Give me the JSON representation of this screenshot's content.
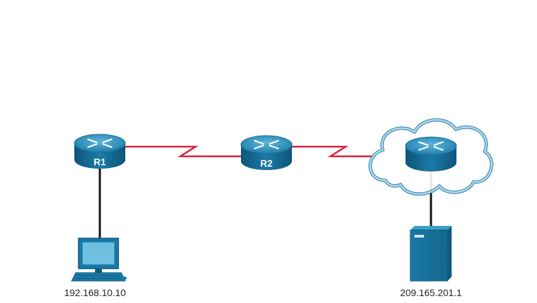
{
  "diagram": {
    "nodes": [
      {
        "id": "r1",
        "type": "router",
        "label": "R1"
      },
      {
        "id": "r2",
        "type": "router",
        "label": "R2"
      },
      {
        "id": "isp",
        "type": "router",
        "label": ""
      },
      {
        "id": "pc",
        "type": "pc",
        "label": "192.168.10.10"
      },
      {
        "id": "server",
        "type": "server",
        "label": "209.165.201.1"
      }
    ],
    "links": [
      {
        "from": "r1",
        "to": "r2",
        "kind": "serial",
        "color": "#d6203a"
      },
      {
        "from": "r2",
        "to": "isp",
        "kind": "serial",
        "color": "#d6203a"
      },
      {
        "from": "r1",
        "to": "pc",
        "kind": "ethernet",
        "color": "#111111"
      },
      {
        "from": "isp",
        "to": "server",
        "kind": "ethernet",
        "color": "#111111"
      }
    ],
    "cloud": {
      "label": "",
      "contains": "isp"
    },
    "colors": {
      "device": "#1a7aa6",
      "device_dark": "#0e5a80",
      "device_top": "#3ea0c8",
      "serial_link": "#d6203a",
      "wire": "#111111",
      "cloud_stroke": "#3d8fb8"
    }
  }
}
